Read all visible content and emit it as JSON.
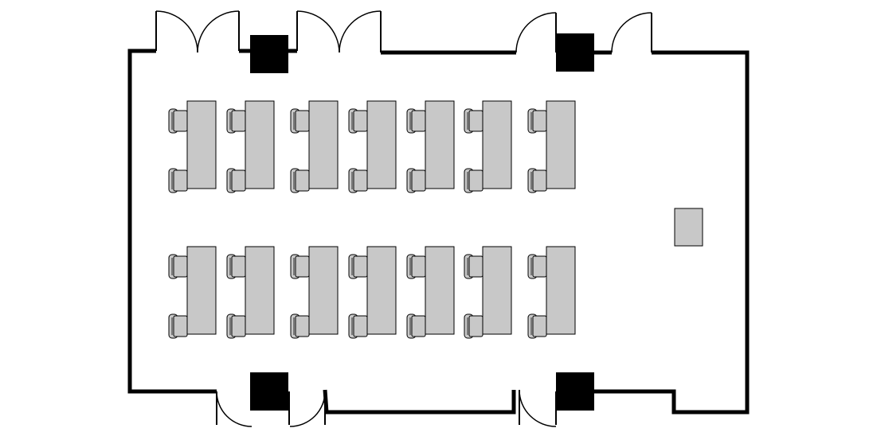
{
  "floor_plan": {
    "layout": "classroom",
    "colors": {
      "background": "#ffffff",
      "wall": "#000000",
      "pillar": "#000000",
      "table_fill": "#c8c8c8",
      "chair_fill": "#c8c8c8",
      "outline": "#000000",
      "lectern_fill": "#c8c8c8"
    },
    "table_rows": 2,
    "tables_per_row": 7,
    "chairs_per_table": 2,
    "doors": {
      "top_double_doors": 2,
      "top_single_doors": 2,
      "bottom_single_doors": 3
    },
    "pillars": 4,
    "lectern": 1
  }
}
